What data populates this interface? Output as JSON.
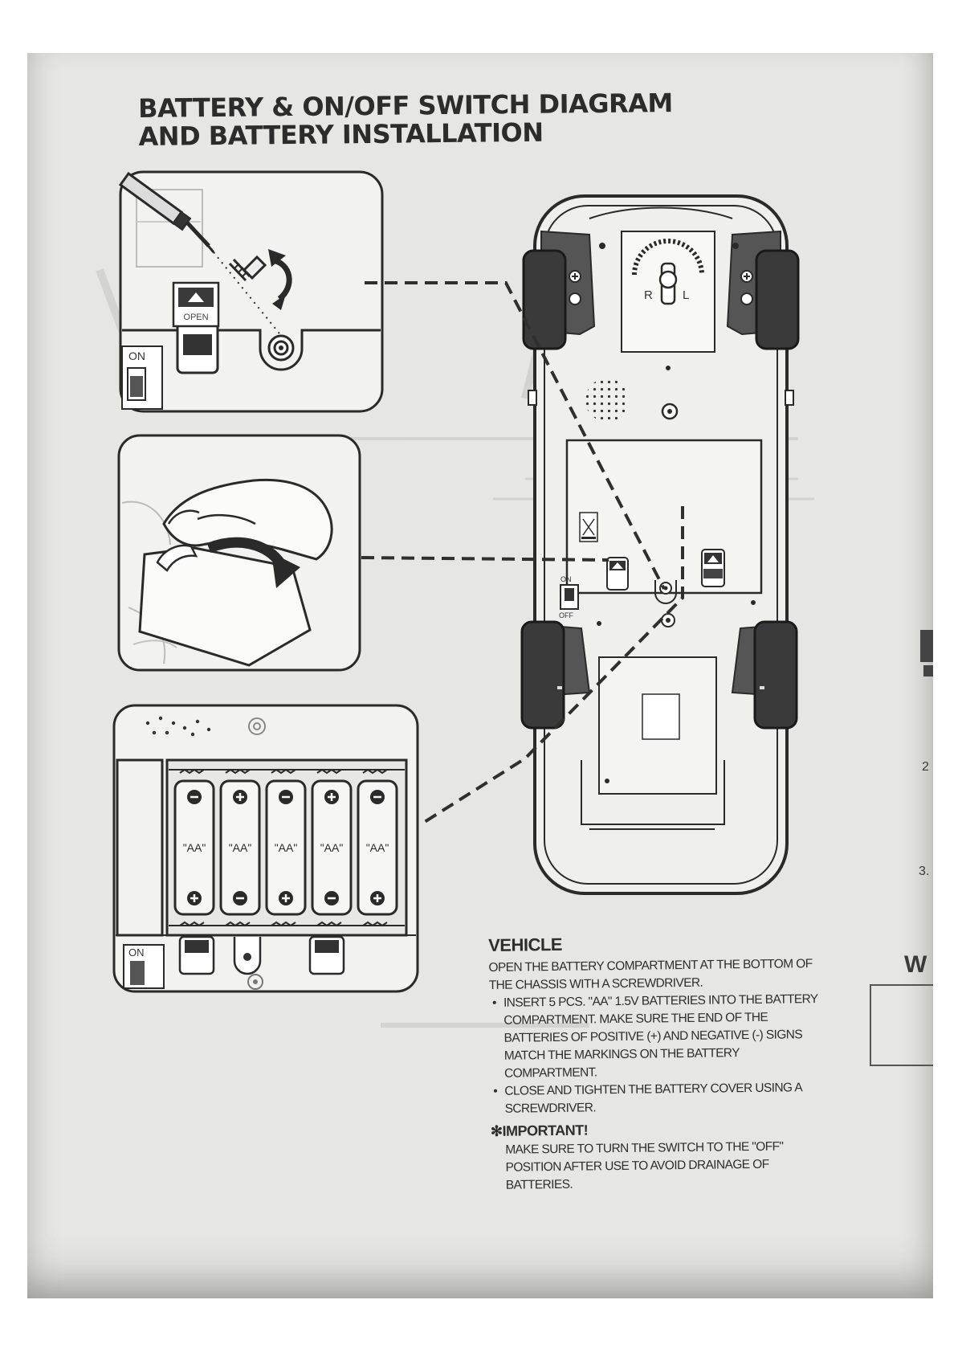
{
  "title_line1": "BATTERY & ON/OFF SWITCH DIAGRAM",
  "title_line2": "AND BATTERY INSTALLATION",
  "panel1": {
    "switch_label": "ON",
    "tab_label": "OPEN"
  },
  "panel3": {
    "battery_labels": [
      "\"AA\"",
      "\"AA\"",
      "\"AA\"",
      "\"AA\"",
      "\"AA\""
    ],
    "switch_label": "ON"
  },
  "vehicle_diagram": {
    "dial_right": "R",
    "dial_left": "L",
    "switch_on": "ON",
    "switch_off": "OFF"
  },
  "vehicle": {
    "heading": "VEHICLE",
    "intro": "OPEN THE BATTERY COMPARTMENT AT THE BOTTOM OF THE CHASSIS WITH A SCREWDRIVER.",
    "bullets": [
      "INSERT 5 PCS. \"AA\" 1.5V BATTERIES INTO THE BATTERY COMPARTMENT. MAKE SURE THE END OF THE BATTERIES OF POSITIVE (+) AND NEGATIVE (-) SIGNS MATCH THE MARKINGS ON THE BATTERY COMPARTMENT.",
      "CLOSE AND TIGHTEN THE BATTERY COVER USING A SCREWDRIVER."
    ],
    "important_heading": "✻IMPORTANT!",
    "important_text": "MAKE SURE TO TURN THE SWITCH TO THE \"OFF\" POSITION AFTER USE TO AVOID DRAINAGE OF BATTERIES."
  },
  "edge_fragments": {
    "num2": "2",
    "num3": "3.",
    "letter_w": "W"
  }
}
